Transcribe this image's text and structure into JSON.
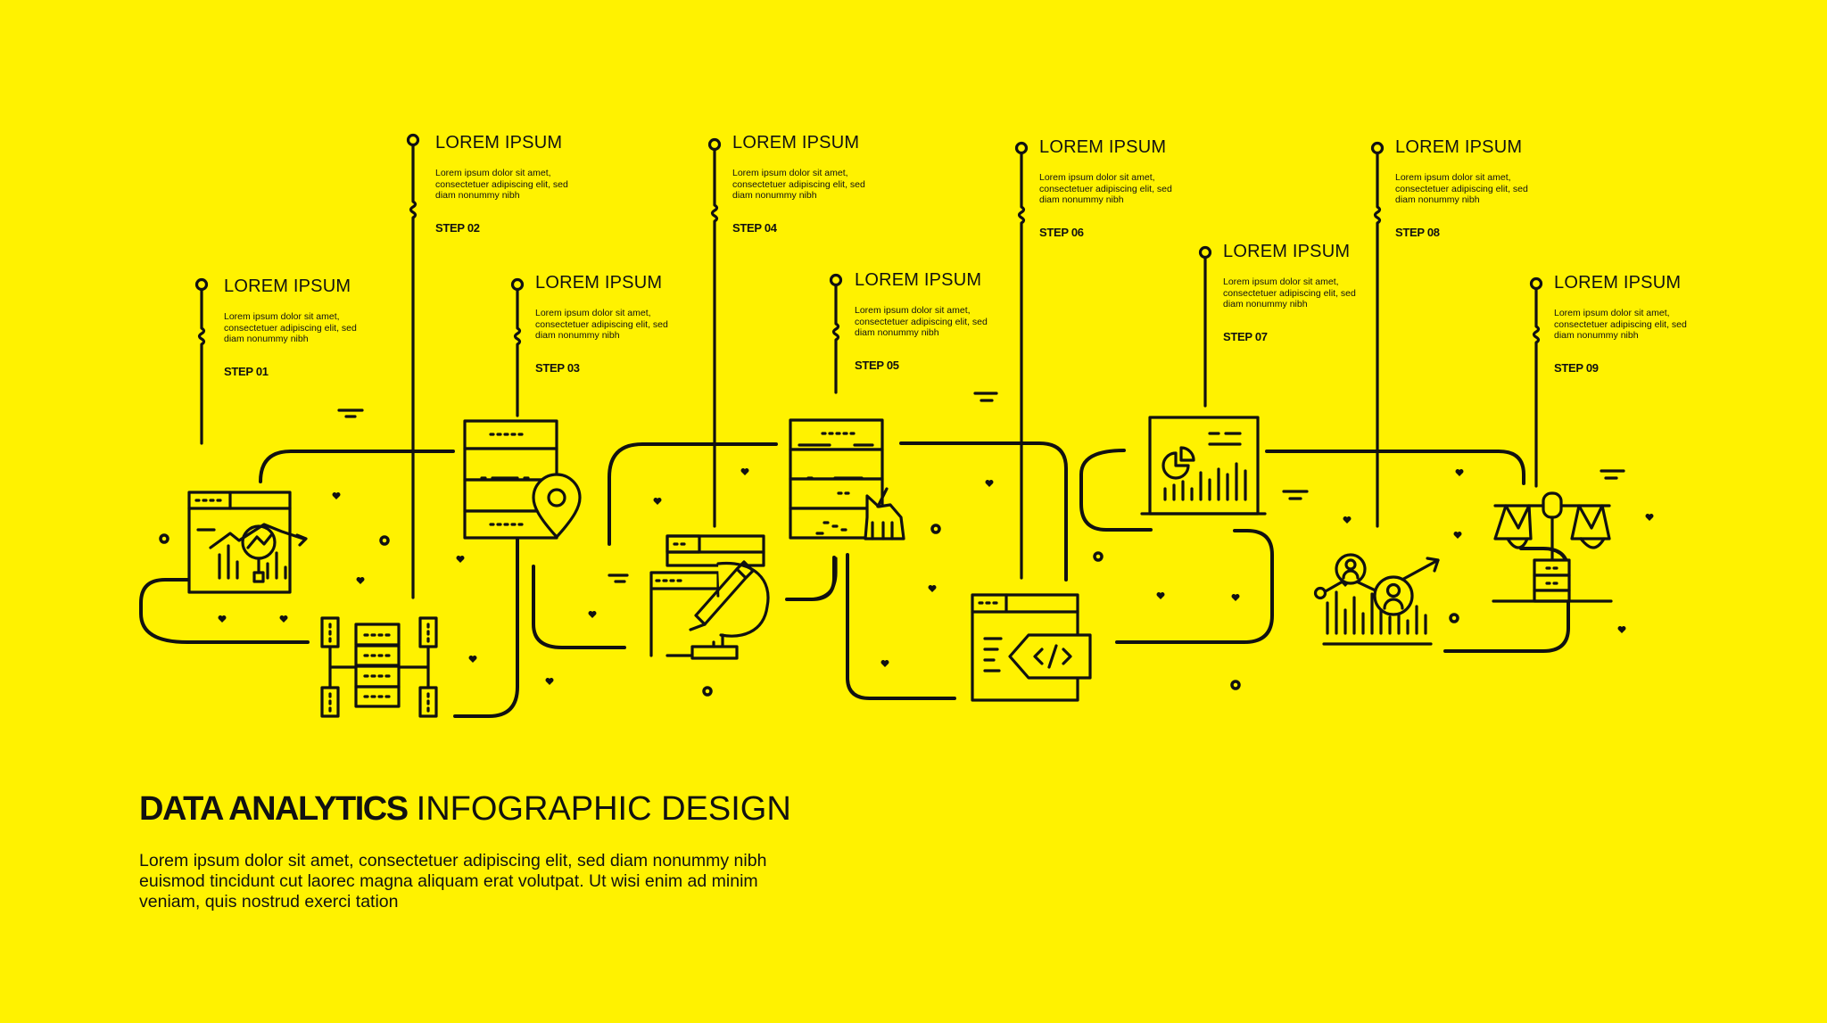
{
  "steps": [
    {
      "title": "LOREM IPSUM",
      "text": "Lorem ipsum dolor sit amet, consectetuer adipiscing elit, sed diam nonummy nibh",
      "step": "STEP 01"
    },
    {
      "title": "LOREM IPSUM",
      "text": "Lorem ipsum dolor sit amet, consectetuer adipiscing elit, sed diam nonummy nibh",
      "step": "STEP 02"
    },
    {
      "title": "LOREM IPSUM",
      "text": "Lorem ipsum dolor sit amet, consectetuer adipiscing elit, sed diam nonummy nibh",
      "step": "STEP 03"
    },
    {
      "title": "LOREM IPSUM",
      "text": "Lorem ipsum dolor sit amet, consectetuer adipiscing elit, sed diam nonummy nibh",
      "step": "STEP 04"
    },
    {
      "title": "LOREM IPSUM",
      "text": "Lorem ipsum dolor sit amet, consectetuer adipiscing elit, sed diam nonummy nibh",
      "step": "STEP 05"
    },
    {
      "title": "LOREM IPSUM",
      "text": "Lorem ipsum dolor sit amet, consectetuer adipiscing elit, sed diam nonummy nibh",
      "step": "STEP 06"
    },
    {
      "title": "LOREM IPSUM",
      "text": "Lorem ipsum dolor sit amet, consectetuer adipiscing elit, sed diam nonummy nibh",
      "step": "STEP 07"
    },
    {
      "title": "LOREM IPSUM",
      "text": "Lorem ipsum dolor sit amet, consectetuer adipiscing elit, sed diam nonummy nibh",
      "step": "STEP 08"
    },
    {
      "title": "LOREM IPSUM",
      "text": "Lorem ipsum dolor sit amet, consectetuer adipiscing elit, sed diam nonummy nibh",
      "step": "STEP 09"
    }
  ],
  "heading": {
    "bold": "DATA ANALYTICS",
    "light": "INFOGRAPHIC DESIGN"
  },
  "description": "Lorem ipsum dolor sit amet, consectetuer adipiscing elit, sed diam nonummy nibh euismod tincidunt cut laorec  magna aliquam erat volutpat. Ut wisi enim ad minim veniam, quis nostrud exerci tation",
  "colors": {
    "background": "#FFF200",
    "ink": "#111111"
  },
  "icons": [
    "analytics-window-icon",
    "database-flow-icon",
    "server-location-icon",
    "data-cleaning-tools-icon",
    "server-broom-icon",
    "code-window-icon",
    "presentation-chart-icon",
    "people-growth-chart-icon",
    "balance-scale-icon"
  ]
}
